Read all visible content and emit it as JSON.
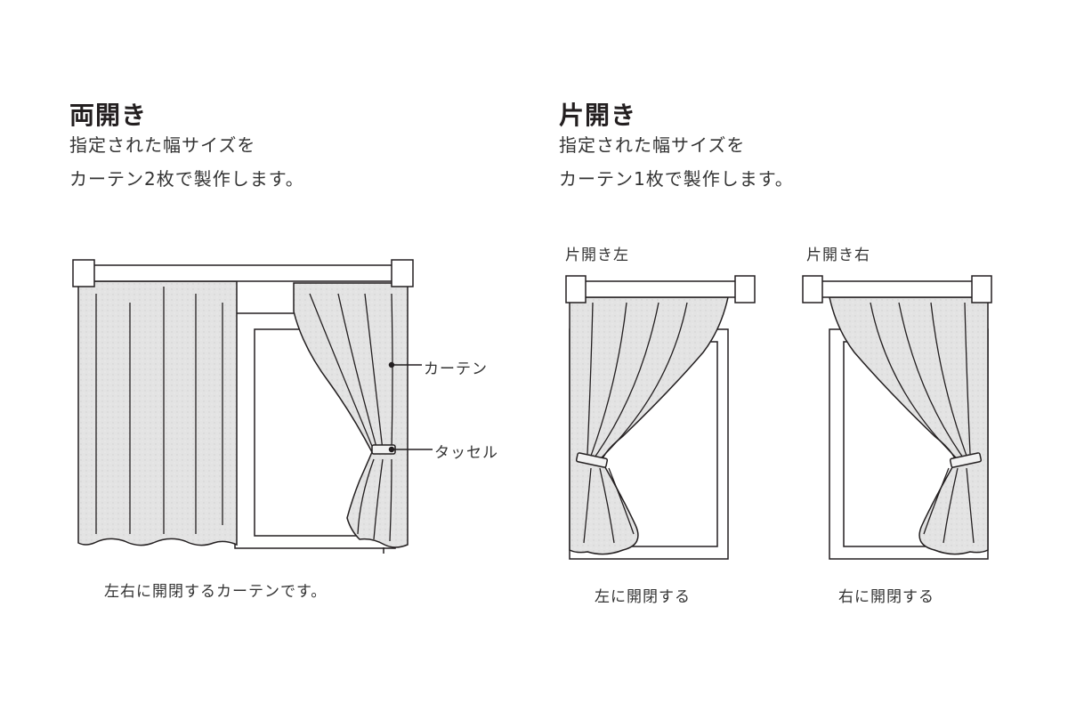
{
  "double": {
    "title": "両開き",
    "desc_line1": "指定された幅サイズを",
    "desc_line2": "カーテン2枚で製作します。",
    "label_curtain": "カーテン",
    "label_tassel": "タッセル",
    "caption": "左右に開閉するカーテンです。"
  },
  "single": {
    "title": "片開き",
    "desc_line1": "指定された幅サイズを",
    "desc_line2": "カーテン1枚で製作します。",
    "left": {
      "label": "片開き左",
      "caption": "左に開閉する"
    },
    "right": {
      "label": "片開き右",
      "caption": "右に開閉する"
    }
  },
  "colors": {
    "line": "#231f20",
    "curtain_fill": "#e2e2e2",
    "frame_fill": "#ffffff"
  }
}
